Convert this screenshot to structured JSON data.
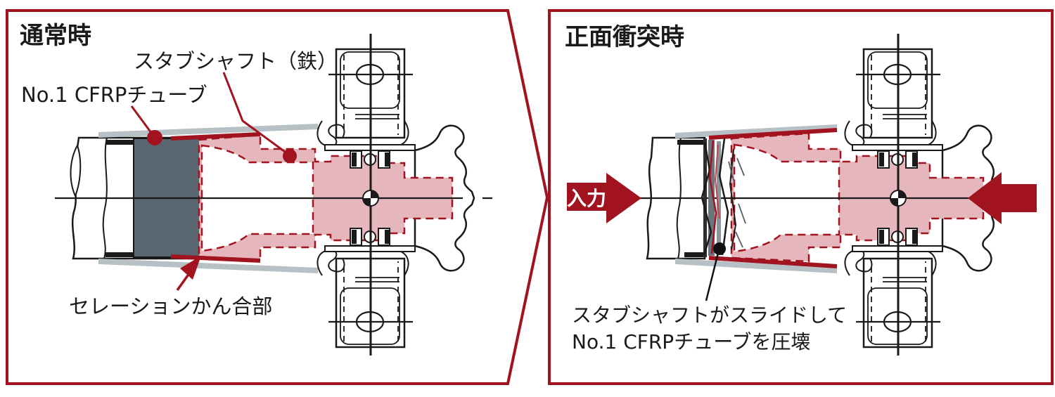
{
  "colors": {
    "accent": "#a21320",
    "pink": "#e5b7bc",
    "gray_band": "#b7c0c4",
    "slate_block": "#5a6770",
    "ink": "#1a1a1a"
  },
  "left_panel": {
    "title": "通常時",
    "label_stub_shaft": "スタブシャフト（鉄）",
    "label_cfrp_tube": "No.1 CFRPチューブ",
    "label_serration": "セレーションかん合部"
  },
  "right_panel": {
    "title": "正面衝突時",
    "input_arrow_label": "入力",
    "caption_line1": "スタブシャフトがスライドして",
    "caption_line2": "No.1 CFRPチューブを圧壊"
  }
}
